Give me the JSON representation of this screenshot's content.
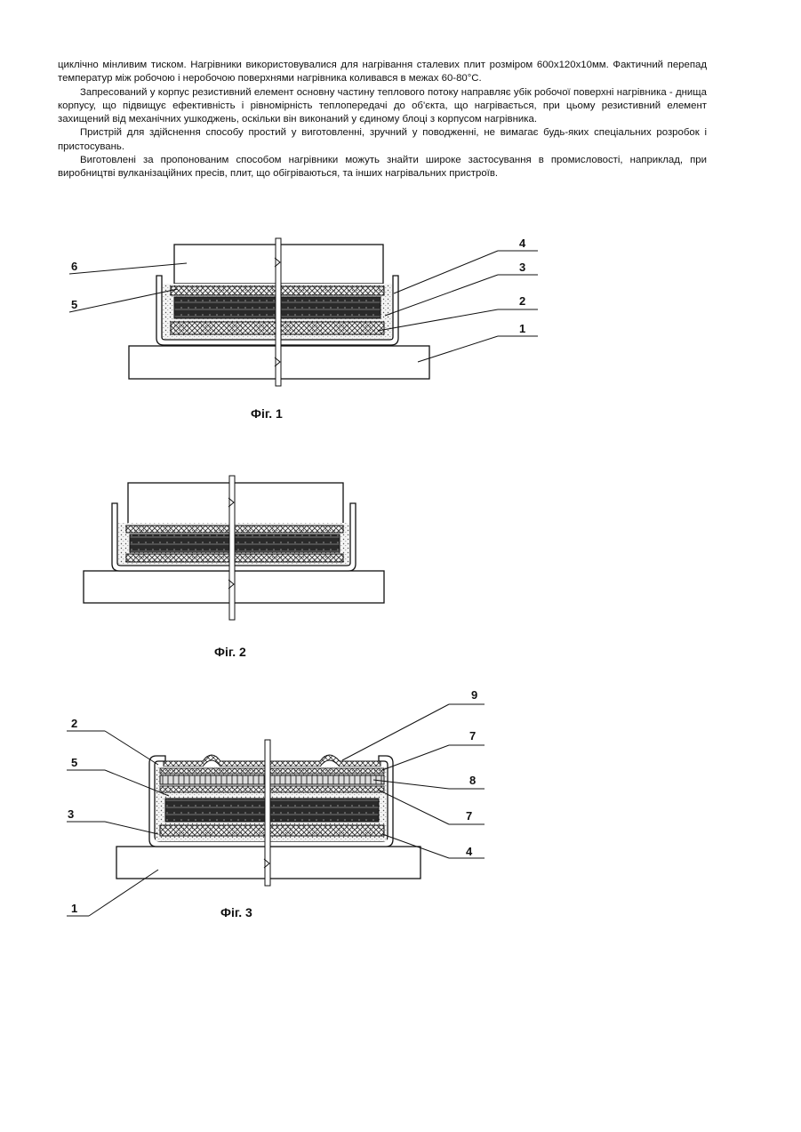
{
  "paragraphs": [
    "циклічно мінливим тиском. Нагрівники використовувалися для нагрівання сталевих плит розміром 600х120х10мм. Фактичний перепад температур між робочою і неробочою поверхнями нагрівника коливався в межах 60-80°С.",
    "Запресований у корпус резистивний елемент основну частину теплового потоку направляє убік робочої поверхні нагрівника - днища корпусу, що підвищує ефективність і рівномірність теплопередачі до об'єкта, що нагрівається, при цьому резистивний елемент захищений від механічних ушкоджень, оскільки він виконаний у єдиному блоці з корпусом нагрівника.",
    "Пристрій для здійснення способу простий у виготовленні, зручний у поводженні, не вимагає будь-яких спеціальних розробок і пристосувань.",
    "Виготовлені за пропонованим способом нагрівники можуть знайти широке застосування в промисловості, наприклад, при виробництві вулканізаційних пресів, плит, що обігріваються, та інших нагрівальних пристроїв."
  ],
  "figures": {
    "fig1": {
      "caption": "Фіг. 1",
      "labels": [
        "6",
        "5",
        "4",
        "3",
        "2",
        "1"
      ]
    },
    "fig2": {
      "caption": "Фіг. 2"
    },
    "fig3": {
      "caption": "Фіг. 3",
      "labels": [
        "2",
        "5",
        "3",
        "1",
        "9",
        "7",
        "8",
        "7",
        "4"
      ]
    }
  }
}
